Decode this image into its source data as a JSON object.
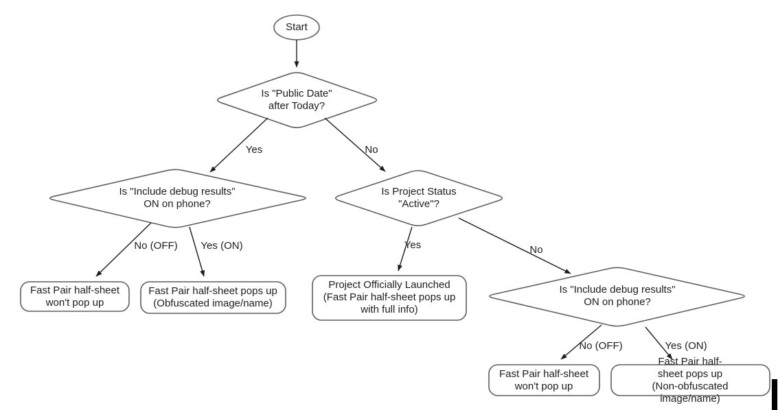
{
  "diagram": {
    "nodes": {
      "start": {
        "label": "Start"
      },
      "public_date": {
        "label": "Is \"Public Date\"\nafter Today?"
      },
      "debug_left": {
        "label": "Is \"Include debug results\"\nON on phone?"
      },
      "project_status": {
        "label": "Is Project Status\n\"Active\"?"
      },
      "debug_right": {
        "label": "Is \"Include debug results\"\nON on phone?"
      },
      "no_popup_left": {
        "label": "Fast Pair half-sheet\nwon't pop up"
      },
      "obfuscated": {
        "label": "Fast Pair half-sheet pops up\n(Obfuscated image/name)"
      },
      "launched": {
        "label": "Project Officially Launched\n(Fast Pair half-sheet pops up\nwith full info)"
      },
      "no_popup_right": {
        "label": "Fast Pair half-sheet\nwon't pop up"
      },
      "non_obfuscated": {
        "label": "Fast Pair half-sheet pops up\n(Non-obfuscated image/name)"
      }
    },
    "edge_labels": {
      "public_date_yes": "Yes",
      "public_date_no": "No",
      "debug_left_no": "No (OFF)",
      "debug_left_yes": "Yes (ON)",
      "project_status_yes": "Yes",
      "project_status_no": "No",
      "debug_right_no": "No (OFF)",
      "debug_right_yes": "Yes (ON)"
    },
    "colors": {
      "shape_stroke": "#5e5e5e",
      "arrow": "#1b1b1b",
      "text": "#1c1c1c",
      "background": "#ffffff",
      "cursor_bar": "#000000"
    }
  }
}
